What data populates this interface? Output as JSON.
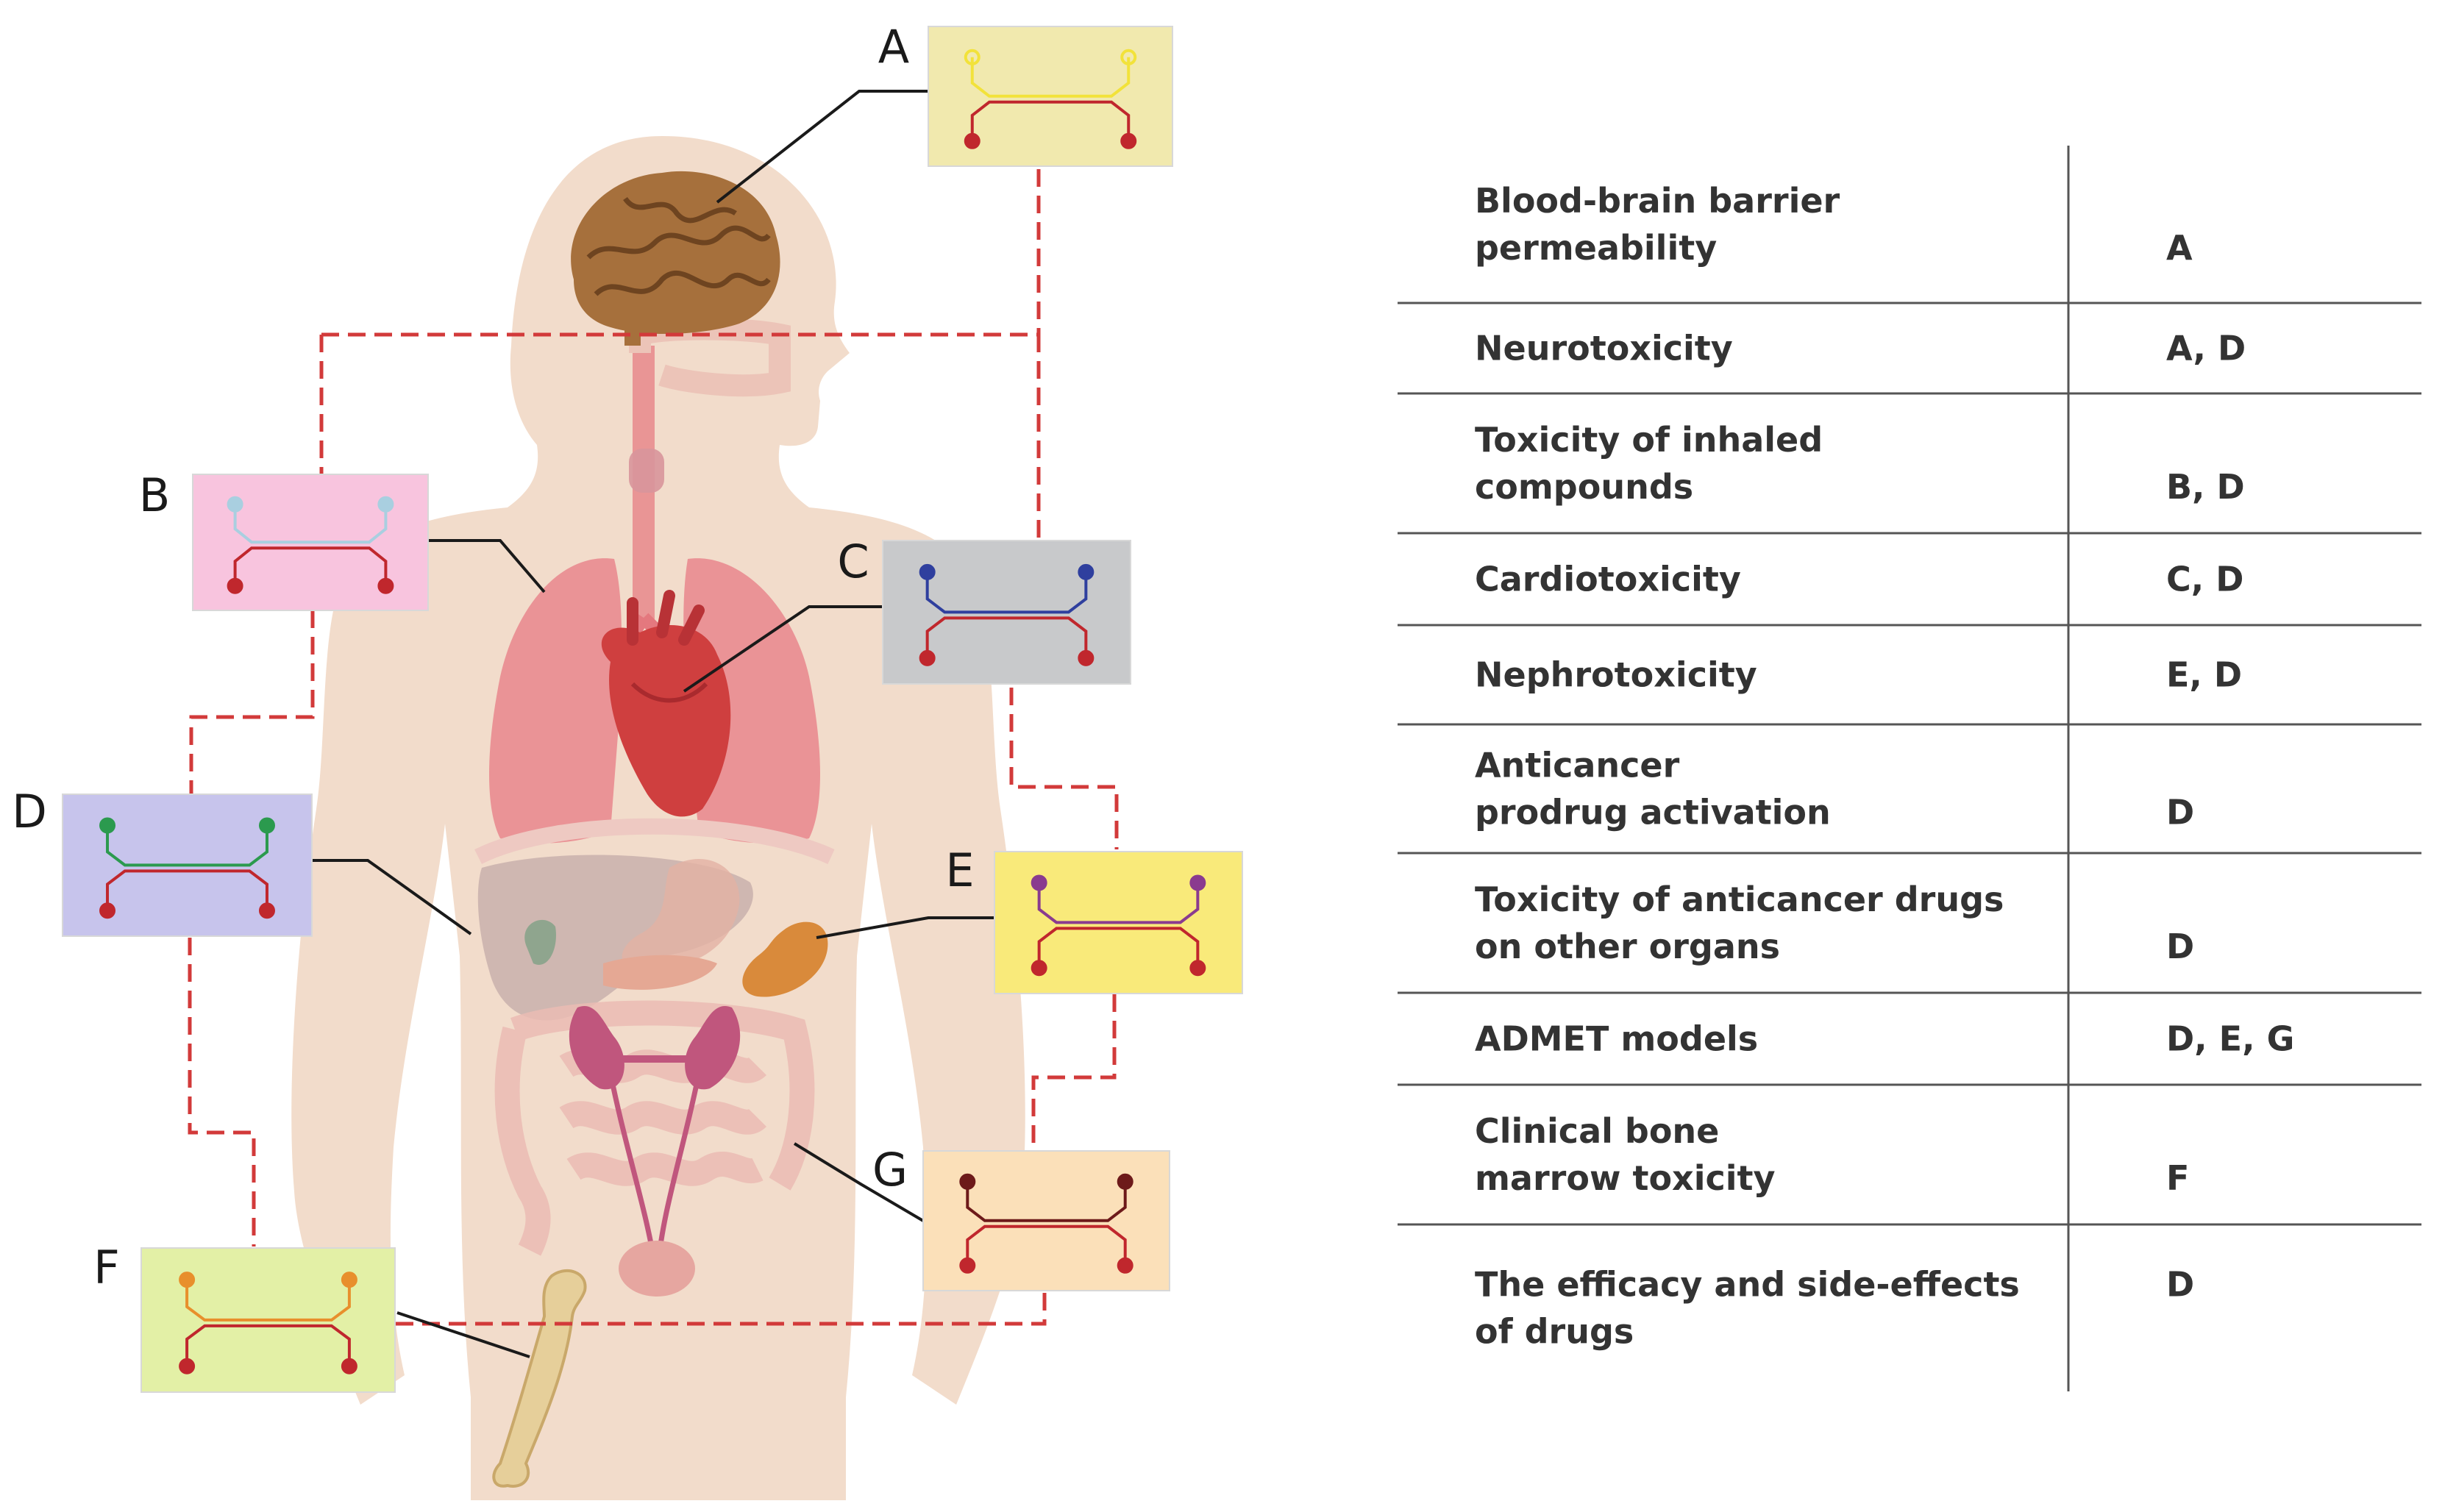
{
  "figure": {
    "chips": [
      {
        "id": "A",
        "label": "A",
        "fill": "#f1e9ae",
        "inlet_color": "#f2e23a",
        "outlet_color": "#c0272d"
      },
      {
        "id": "B",
        "label": "B",
        "fill": "#f8c4de",
        "inlet_color": "#a9cfe0",
        "outlet_color": "#c0272d"
      },
      {
        "id": "C",
        "label": "C",
        "fill": "#c8c9cb",
        "inlet_color": "#2f3f9e",
        "outlet_color": "#c0272d"
      },
      {
        "id": "D",
        "label": "D",
        "fill": "#c7c4ec",
        "inlet_color": "#2b9a4e",
        "outlet_color": "#c0272d"
      },
      {
        "id": "E",
        "label": "E",
        "fill": "#f9ea7a",
        "inlet_color": "#8a3b8f",
        "outlet_color": "#c0272d"
      },
      {
        "id": "F",
        "label": "F",
        "fill": "#e3f0a6",
        "inlet_color": "#e88f2c",
        "outlet_color": "#c0272d"
      },
      {
        "id": "G",
        "label": "G",
        "fill": "#fbe0b9",
        "inlet_color": "#6d1a1a",
        "outlet_color": "#c0272d"
      }
    ],
    "organs": [
      "brain",
      "lungs",
      "heart",
      "liver",
      "kidney",
      "intestines",
      "bone-marrow"
    ],
    "colors": {
      "skin": "#f2dccb",
      "skin_shade": "#ead0bd",
      "connector": "#d23a3a",
      "leader": "#1a1a1a"
    }
  },
  "table": {
    "rows": [
      {
        "lines": [
          "Blood-brain barrier",
          "permeability"
        ],
        "chips": "A"
      },
      {
        "lines": [
          "Neurotoxicity"
        ],
        "chips": "A, D"
      },
      {
        "lines": [
          "Toxicity of inhaled",
          "compounds"
        ],
        "chips": "B, D"
      },
      {
        "lines": [
          "Cardiotoxicity"
        ],
        "chips": "C, D"
      },
      {
        "lines": [
          "Nephrotoxicity"
        ],
        "chips": "E, D"
      },
      {
        "lines": [
          "Anticancer",
          "prodrug activation"
        ],
        "chips": "D"
      },
      {
        "lines": [
          "Toxicity of anticancer drugs",
          "on other organs"
        ],
        "chips": "D"
      },
      {
        "lines": [
          "ADMET models"
        ],
        "chips": "D, E, G"
      },
      {
        "lines": [
          "Clinical bone",
          "marrow toxicity"
        ],
        "chips": "F"
      },
      {
        "lines": [
          "The efficacy and side-effects",
          "of drugs"
        ],
        "chips": "D"
      }
    ]
  }
}
